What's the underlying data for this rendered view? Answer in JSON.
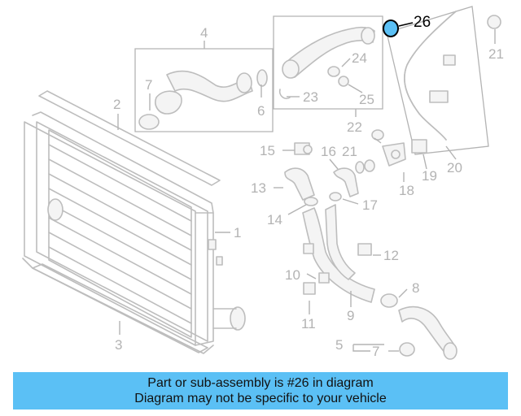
{
  "diagram": {
    "highlight_color": "#000000",
    "part_color": "#bdbdbd",
    "callouts": {
      "c1": "1",
      "c2": "2",
      "c3": "3",
      "c4": "4",
      "c5": "5",
      "c6": "6",
      "c7a": "7",
      "c7b": "7",
      "c8": "8",
      "c9": "9",
      "c10": "10",
      "c11": "11",
      "c12": "12",
      "c13": "13",
      "c14": "14",
      "c15": "15",
      "c16": "16",
      "c17": "17",
      "c18": "18",
      "c19": "19",
      "c20": "20",
      "c21a": "21",
      "c21b": "21",
      "c22": "22",
      "c23": "23",
      "c24": "24",
      "c25": "25",
      "c26": "26"
    }
  },
  "banner": {
    "line1": "Part or sub-assembly is #26 in diagram",
    "line2": "Diagram may not be specific to your vehicle",
    "background": "#5bc0f5"
  }
}
